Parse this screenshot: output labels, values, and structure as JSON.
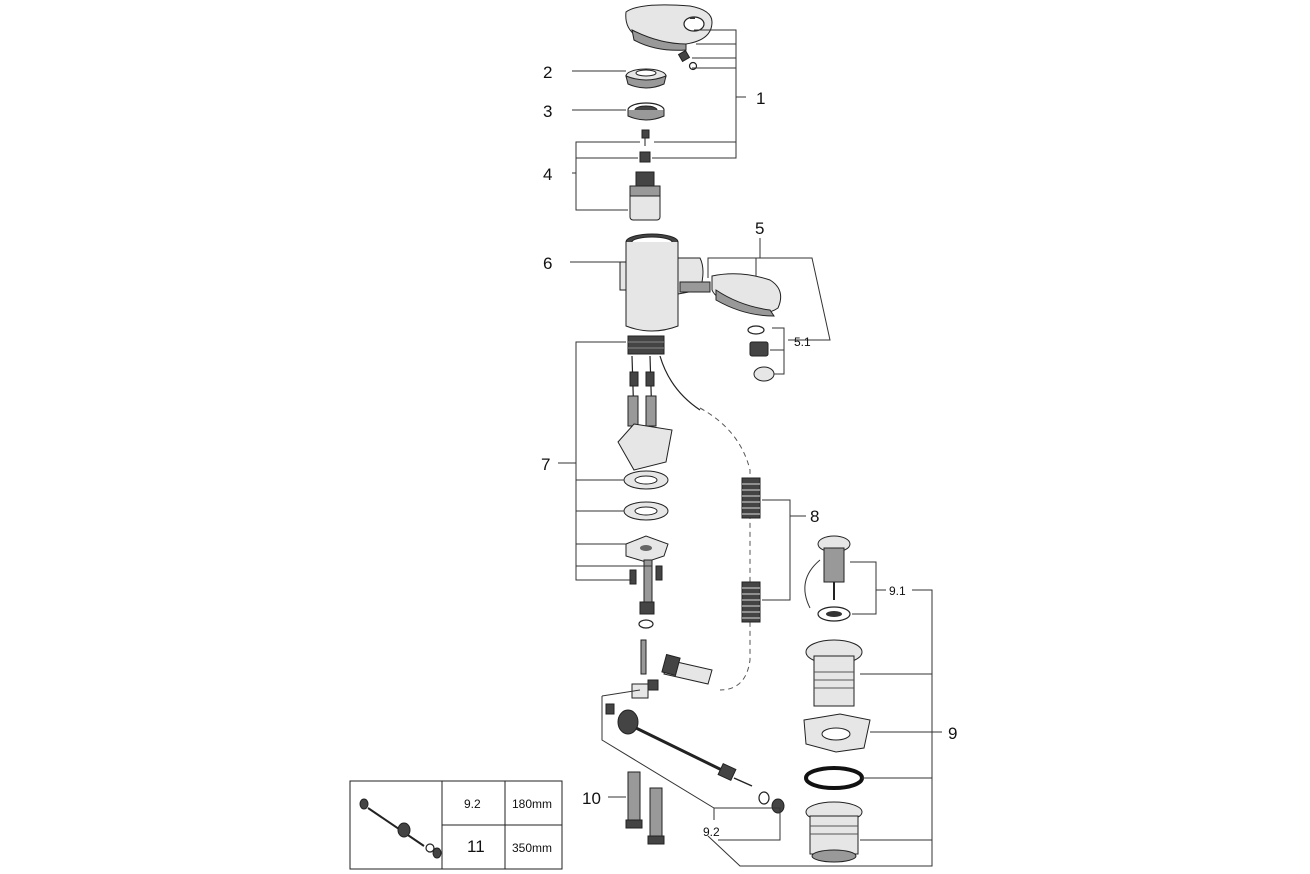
{
  "callouts": {
    "c1": "1",
    "c2": "2",
    "c3": "3",
    "c4": "4",
    "c5": "5",
    "c5_1": "5.1",
    "c6": "6",
    "c7": "7",
    "c8": "8",
    "c9": "9",
    "c9_1": "9.1",
    "c9_2": "9.2",
    "c10": "10"
  },
  "legend_table": {
    "rows": [
      {
        "item": "9.2",
        "length": "180mm"
      },
      {
        "item": "11",
        "length": "350mm"
      }
    ]
  }
}
